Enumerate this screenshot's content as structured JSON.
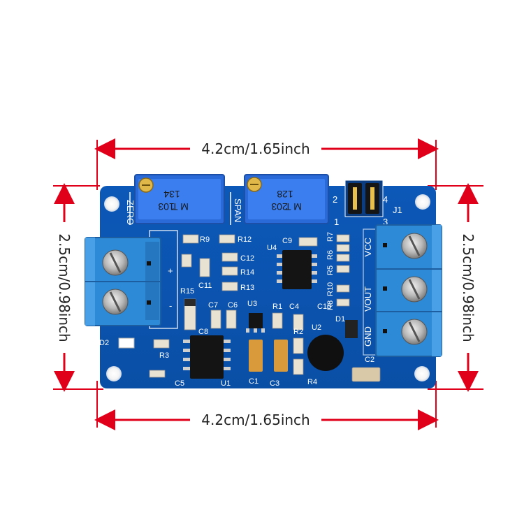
{
  "dimensions": {
    "width_top": "4.2cm/1.65inch",
    "width_bottom": "4.2cm/1.65inch",
    "height_left": "2.5cm/0.98inch",
    "height_right": "2.5cm/0.98inch"
  },
  "colors": {
    "board": "#0f5fbf",
    "arrow": "#e0001a",
    "terminal": "#2d8ad6",
    "pot": "#2a6ad8"
  },
  "board": {
    "labels": {
      "zero": "ZERO",
      "span": "SPAN",
      "j1": "J1",
      "vcc": "VCC",
      "vout": "VOUT",
      "gnd": "GND",
      "plus": "+",
      "minus": "-",
      "pin1": "1",
      "pin2": "2",
      "pin3": "3",
      "pin4": "4",
      "r9": "R9",
      "r12": "R12",
      "c9": "C9",
      "u4": "U4",
      "r7": "R7",
      "r6": "R6",
      "r5": "R5",
      "r10": "R10",
      "r8": "R8",
      "c12": "C12",
      "r14": "R14",
      "r13": "R13",
      "c11": "C11",
      "r15": "R15",
      "c7": "C7",
      "c6": "C6",
      "u3": "U3",
      "r1": "R1",
      "c4": "C4",
      "c10": "C10",
      "c8": "C8",
      "r2": "R2",
      "u2": "U2",
      "d1": "D1",
      "d2": "D2",
      "r3": "R3",
      "c5": "C5",
      "u1": "U1",
      "c1": "C1",
      "c3": "C3",
      "r4": "R4",
      "c2": "C2"
    },
    "pot_left": {
      "line1": "M  T",
      "line2": "103",
      "line3": "134"
    },
    "pot_right": {
      "line1": "M  T",
      "line2": "203",
      "line3": "128"
    }
  }
}
